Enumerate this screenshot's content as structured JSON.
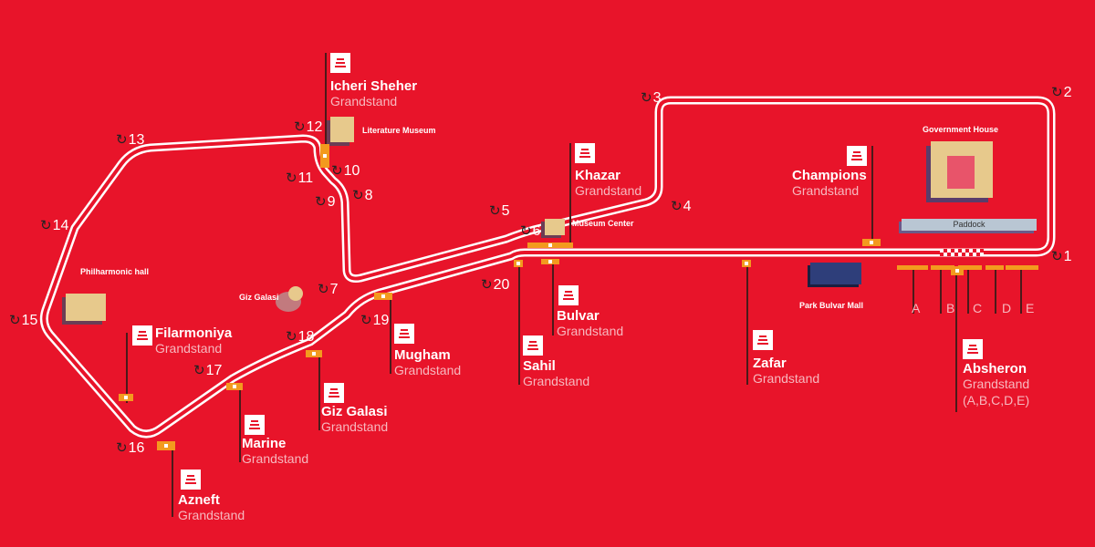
{
  "turns": [
    "1",
    "2",
    "3",
    "4",
    "5",
    "6",
    "7",
    "8",
    "9",
    "10",
    "11",
    "12",
    "13",
    "14",
    "15",
    "16",
    "17",
    "18",
    "19",
    "20"
  ],
  "stands": [
    {
      "name": "Icheri Sheher",
      "type": "Grandstand"
    },
    {
      "name": "Khazar",
      "type": "Grandstand"
    },
    {
      "name": "Champions",
      "type": "Grandstand"
    },
    {
      "name": "Absheron",
      "type": "Grandstand",
      "extra": "(A,B,C,D,E)"
    },
    {
      "name": "Bulvar",
      "type": "Grandstand"
    },
    {
      "name": "Sahil",
      "type": "Grandstand"
    },
    {
      "name": "Zafar",
      "type": "Grandstand"
    },
    {
      "name": "Mugham",
      "type": "Grandstand"
    },
    {
      "name": "Giz Galasi",
      "type": "Grandstand"
    },
    {
      "name": "Marine",
      "type": "Grandstand"
    },
    {
      "name": "Azneft",
      "type": "Grandstand"
    },
    {
      "name": "Filarmoniya",
      "type": "Grandstand"
    }
  ],
  "landmarks": {
    "literature_museum": "Literature Museum",
    "museum_center": "Museum Center",
    "government_house": "Government House",
    "paddock": "Paddock",
    "park_bulvar_mall": "Park Bulvar Mall",
    "giz_galasi": "Giz Galasi",
    "philharmonic_hall": "Philharmonic hall"
  },
  "absheron_sections": [
    "A",
    "B",
    "C",
    "D",
    "E"
  ],
  "colors": {
    "background": "#e8142a",
    "track": "#ffffff",
    "stand_marker": "#f39a1e"
  }
}
